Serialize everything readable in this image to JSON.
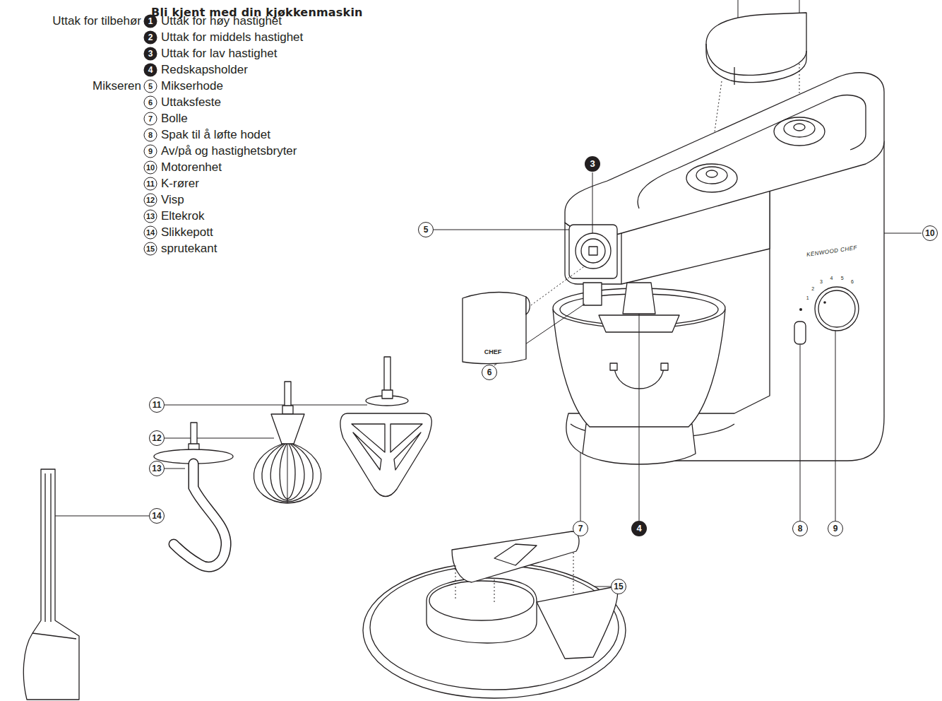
{
  "diagram": {
    "title": "Bli kjent med din kjøkkenmaskin",
    "labels": [
      "Uttak for tilbehør",
      "1",
      "Uttak for høy hastighet",
      "2",
      "Uttak for middels hastighet",
      "3",
      "Uttak for lav hastighet",
      "4",
      "Redskapsholder",
      "Mikseren",
      "5",
      "Mikserhode",
      "6",
      "Uttaksfeste",
      "7",
      "Bolle",
      "8",
      "Spak til å løfte hodet",
      "9",
      "Av/på og hastighetsbryter",
      "10",
      "Motorenhet",
      "11",
      "K-rører",
      "12",
      "Visp",
      "13",
      "Eltekrok",
      "14",
      "Slikkepott",
      "15",
      "sprutekant",
      "3",
      "5",
      "10",
      "11",
      "12",
      "13",
      "14",
      "6",
      "7",
      "4",
      "8",
      "9",
      "15",
      "KENWOOD CHEF",
      "CHEF",
      "1",
      "2",
      "3",
      "4",
      "5",
      "6"
    ]
  }
}
